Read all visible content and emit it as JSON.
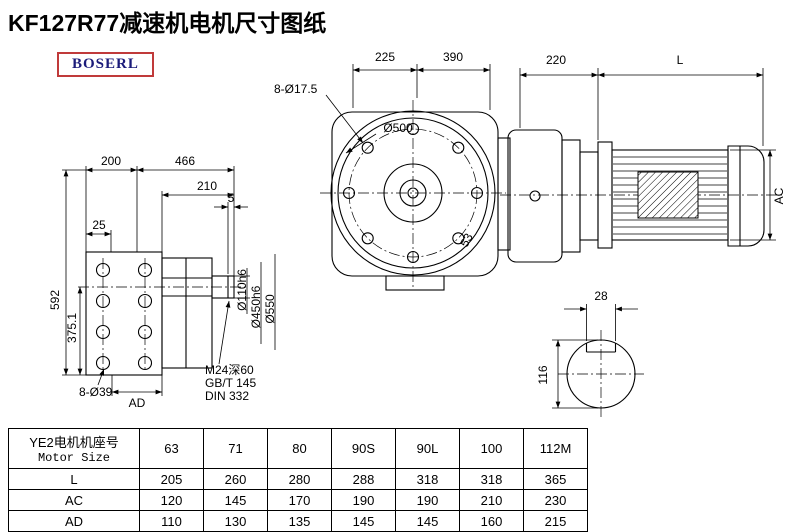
{
  "page": {
    "title": "KF127R77减速机电机尺寸图纸",
    "brand": "BOSERL"
  },
  "drawing": {
    "side_view": {
      "dim_200": "200",
      "dim_466": "466",
      "dim_210": "210",
      "dim_5": "5",
      "dim_25": "25",
      "dim_592": "592",
      "dim_375_1": "375.1",
      "holes_label": "8-Ø39",
      "dim_AD": "AD",
      "dia_shaft": "Ø110h6",
      "dia_spigot": "Ø450h6",
      "dia_flange": "Ø550",
      "tap_note_line1": "M24深60",
      "tap_note_line2": "GB/T 145",
      "tap_note_line3": "DIN 332"
    },
    "front_view": {
      "holes_label": "8-Ø17.5",
      "dim_225": "225",
      "dim_390": "390",
      "dia_500": "Ø500",
      "dim_53": "53"
    },
    "motor_view": {
      "dim_220": "220",
      "dim_L": "L",
      "dim_AC": "AC"
    },
    "shaft_section": {
      "key_width": "28",
      "dim_116": "116"
    }
  },
  "table": {
    "header_cn": "YE2电机机座号",
    "header_en": "Motor Size",
    "columns": [
      "63",
      "71",
      "80",
      "90S",
      "90L",
      "100",
      "112M"
    ],
    "rows": [
      {
        "label": "L",
        "values": [
          "205",
          "260",
          "280",
          "288",
          "318",
          "318",
          "365"
        ]
      },
      {
        "label": "AC",
        "values": [
          "120",
          "145",
          "170",
          "190",
          "190",
          "210",
          "230"
        ]
      },
      {
        "label": "AD",
        "values": [
          "110",
          "130",
          "135",
          "145",
          "145",
          "160",
          "215"
        ]
      }
    ]
  }
}
